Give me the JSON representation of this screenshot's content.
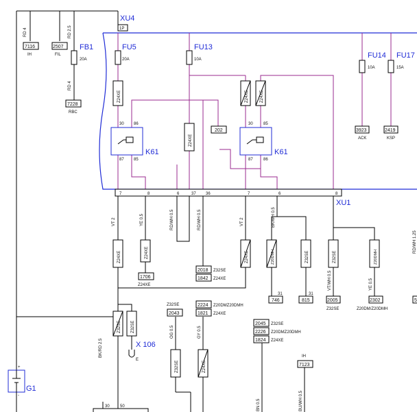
{
  "connectors": {
    "xu4": "XU4",
    "xu4_pin": "1P",
    "xu1": "XU1",
    "x106": "X 106",
    "x106_pin": "E"
  },
  "fuses": {
    "fb1": "FB1",
    "fb1_rating": "20A",
    "fu5": "FU5",
    "fu5_rating": "20A",
    "fu13": "FU13",
    "fu13_rating": "10A",
    "fu14": "FU14",
    "fu14_rating": "10A",
    "fu17": "FU17",
    "fu17_rating": "15A"
  },
  "relays": {
    "k61_left": "K61",
    "k61_right": "K61",
    "pin30": "30",
    "pin86": "86",
    "pin87": "87",
    "pin85": "85"
  },
  "battery": {
    "label": "G1",
    "plus": "+",
    "minus": "-"
  },
  "top_boxes": [
    {
      "num": "7116",
      "code": "IH",
      "wire": "RD 4"
    },
    {
      "num": "2507",
      "code": "FIL",
      "wire": ""
    },
    {
      "num": "7228",
      "code": "RBC",
      "wire": "RD 4"
    }
  ],
  "wires": {
    "rd25": "RD 2.5",
    "vt2_left": "VT   2",
    "ye05_left": "YE   0.5",
    "rdwh05_a": "RD/WH   0.5",
    "rdwh05_b": "RD/WH   0.5",
    "vt2_right": "VT   2",
    "bkwh05": "BK/WH   0.5",
    "vtwh05": "VT/WH 0.5",
    "ye05_right": "YE 0.5",
    "bkrd25": "BK/RD 2.5",
    "og05": "OG 0.5",
    "gy05": "GY 0.5",
    "bn05": "BN 0.5",
    "buwh05": "BU/WH 0.5",
    "rdwh125": "RD/WH 1.25"
  },
  "xu1_pins": [
    "7",
    "8",
    "6",
    "37",
    "36",
    "7",
    "6",
    "8"
  ],
  "harness": {
    "z24xe": "Z24XE",
    "z32se": "Z32SE",
    "z20dmh": "Z20DMH",
    "z20dmz20dmh": "Z20DMZ20DMH",
    "z20dm_slash": "Z20DM/Z20DMH"
  },
  "nodes": {
    "n202": "202",
    "n3923": "3923",
    "ack": "ACK",
    "n2419": "2419",
    "ksp": "KSP",
    "n1706": "1706",
    "n2018": "2018",
    "n1842": "1842",
    "n746": "746",
    "n815": "815",
    "n2005": "2005",
    "n2302": "2302",
    "n31a": "31",
    "n31b": "31",
    "n2043": "2043",
    "n2224": "2224",
    "n1821": "1821",
    "n2045": "2045",
    "n2226": "2226",
    "n1824": "1824",
    "n7123": "7123",
    "ih2": "IH",
    "n30": "30",
    "n50": "50",
    "n5": "5"
  }
}
